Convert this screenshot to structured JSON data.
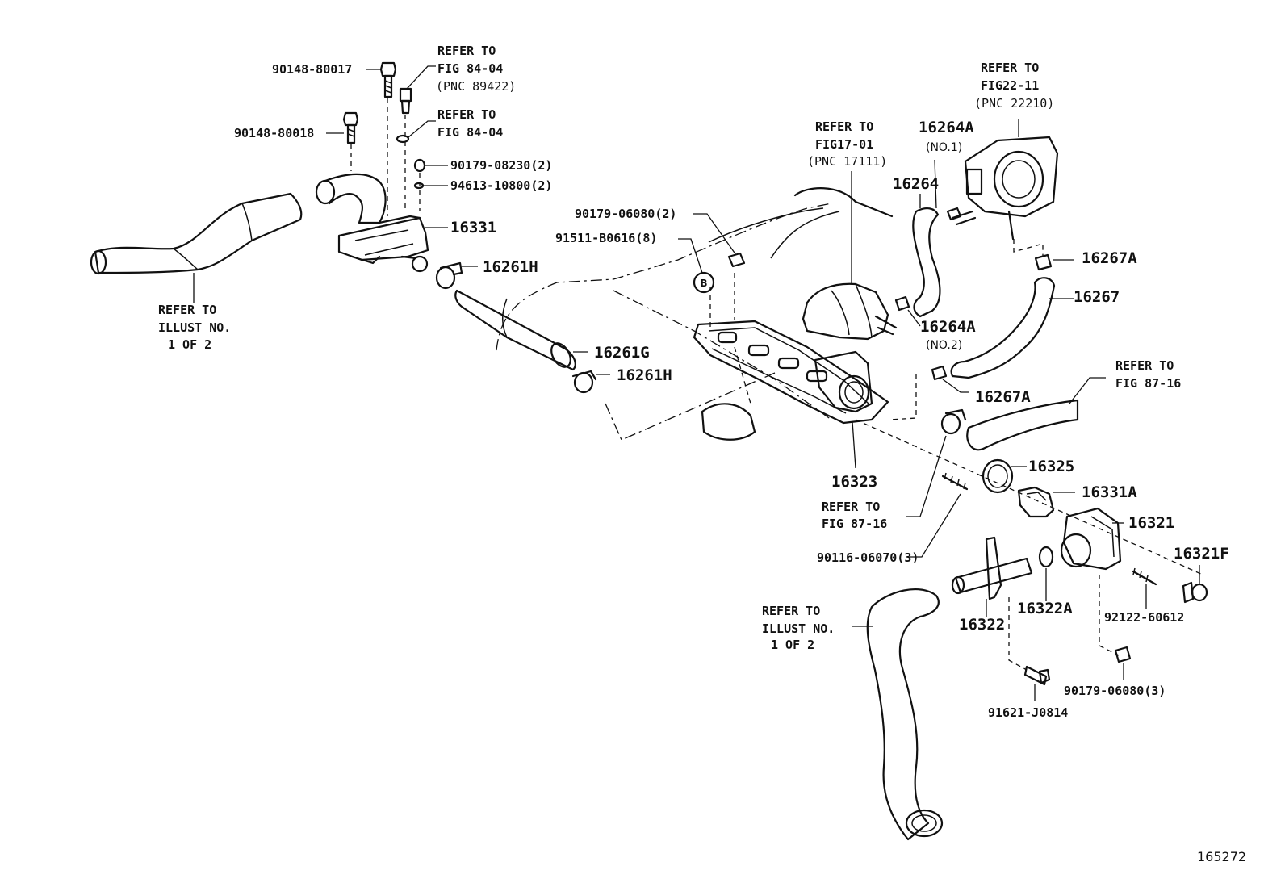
{
  "labels": {
    "p90148_80017": "90148-80017",
    "p90148_80018": "90148-80018",
    "refer_84_04_a": {
      "l1": "REFER TO",
      "l2": "FIG 84-04",
      "l3": "(PNC 89422)"
    },
    "refer_84_04_b": {
      "l1": "REFER TO",
      "l2": "FIG 84-04"
    },
    "p90179_08230": "90179-08230(2)",
    "p94613_10800": "94613-10800(2)",
    "p16331": "16331",
    "p16261H_a": "16261H",
    "p16261G": "16261G",
    "p16261H_b": "16261H",
    "refer_illust_a": {
      "l1": "REFER TO",
      "l2": "ILLUST NO.",
      "l3": "1 OF 2"
    },
    "p90179_06080_2": "90179-06080(2)",
    "p91511_B0616": "91511-B0616(8)",
    "marker_b": "B",
    "refer_17_01": {
      "l1": "REFER TO",
      "l2": "FIG17-01",
      "l3": "(PNC 17111)"
    },
    "p16264A_1": "16264A",
    "no1": "(NO.1)",
    "p16264": "16264",
    "refer_22_11": {
      "l1": "REFER TO",
      "l2": "FIG22-11",
      "l3": "(PNC 22210)"
    },
    "p16267A_a": "16267A",
    "p16267": "16267",
    "p16264A_2": "16264A",
    "no2": "(NO.2)",
    "p16267A_b": "16267A",
    "refer_87_16_a": {
      "l1": "REFER TO",
      "l2": "FIG 87-16"
    },
    "p16323": "16323",
    "p16325": "16325",
    "p16331A": "16331A",
    "refer_87_16_b": {
      "l1": "REFER TO",
      "l2": "FIG 87-16"
    },
    "p16321": "16321",
    "p90116_06070": "90116-06070(3)",
    "p16321F": "16321F",
    "refer_illust_b": {
      "l1": "REFER TO",
      "l2": "ILLUST NO.",
      "l3": "1 OF 2"
    },
    "p16322": "16322",
    "p16322A": "16322A",
    "p92122_60612": "92122-60612",
    "p90179_06080_3": "90179-06080(3)",
    "p91621_J0814": "91621-J0814",
    "figure_id": "165272"
  }
}
